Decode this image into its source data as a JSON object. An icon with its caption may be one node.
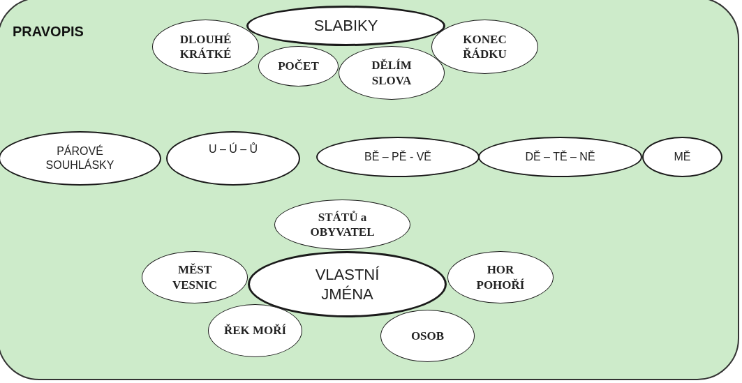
{
  "diagram": {
    "nodes": [
      {
        "text": [
          "PRAVOPIS"
        ]
      },
      {
        "text": [
          "SLABIKY"
        ],
        "in": 0
      },
      {
        "text": [
          "DLOUHÉ KRÁTKÉ"
        ],
        "in": 0
      },
      {
        "text": [
          "POČET"
        ],
        "in": 0
      },
      {
        "text": [
          "DĚLÍM SLOVA"
        ],
        "in": 0
      },
      {
        "text": [
          "KONEC ŘÁDKU"
        ],
        "in": 0
      },
      {
        "text": [
          "PÁROVÉ SOUHLÁSKY"
        ],
        "in": 0
      },
      {
        "text": [
          "U – Ú – Ů"
        ],
        "in": 0
      },
      {
        "text": [
          "BĚ – PĚ - VĚ"
        ],
        "in": 0
      },
      {
        "text": [
          "DĚ – TĚ – NĚ"
        ],
        "in": 0
      },
      {
        "text": [
          "MĚ"
        ],
        "in": 0
      },
      {
        "text": [
          "STÁTŮ a OBYVATEL"
        ],
        "in": 0
      },
      {
        "text": [
          "MĚST VESNIC"
        ],
        "in": 0
      },
      {
        "text": [
          "VLASTNÍ JMÉNA"
        ],
        "in": 0
      },
      {
        "text": [
          "HOR POHOŘÍ"
        ],
        "in": 0
      },
      {
        "text": [
          "ŘEK MOŘÍ"
        ],
        "in": 0
      },
      {
        "text": [
          "OSOB"
        ],
        "in": 0
      }
    ]
  }
}
